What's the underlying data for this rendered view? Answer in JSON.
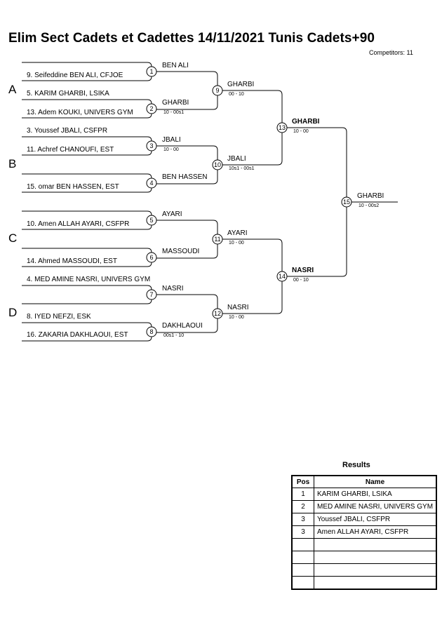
{
  "title": "Elim Sect Cadets et Cadettes  14/11/2021  Tunis   Cadets+90",
  "competitors": "Competitors: 11",
  "pools": [
    "A",
    "B",
    "C",
    "D"
  ],
  "entries": [
    "9. Seifeddine BEN ALI, CFJOE",
    "5. KARIM GHARBI, LSIKA",
    "13. Adem KOUKI, UNIVERS GYM",
    "3. Youssef JBALI, CSFPR",
    "11. Achref CHANOUFI, EST",
    "15. omar BEN HASSEN, EST",
    "10. Amen ALLAH AYARI, CSFPR",
    "14. Ahmed MASSOUDI, EST",
    "4. MED AMINE NASRI, UNIVERS GYM",
    "8. IYED NEFZI, ESK",
    "16. ZAKARIA DAKHLAOUI, EST"
  ],
  "matches": [
    {
      "num": "1",
      "winner": "BEN ALI",
      "score": ""
    },
    {
      "num": "2",
      "winner": "GHARBI",
      "score": "10 - 00s1"
    },
    {
      "num": "3",
      "winner": "JBALI",
      "score": "10 - 00"
    },
    {
      "num": "4",
      "winner": "BEN HASSEN",
      "score": ""
    },
    {
      "num": "5",
      "winner": "AYARI",
      "score": ""
    },
    {
      "num": "6",
      "winner": "MASSOUDI",
      "score": ""
    },
    {
      "num": "7",
      "winner": "NASRI",
      "score": ""
    },
    {
      "num": "8",
      "winner": "DAKHLAOUI",
      "score": "00s1 - 10"
    },
    {
      "num": "9",
      "winner": "GHARBI",
      "score": "00 - 10"
    },
    {
      "num": "10",
      "winner": "JBALI",
      "score": "10s1 - 00s1"
    },
    {
      "num": "11",
      "winner": "AYARI",
      "score": "10 - 00"
    },
    {
      "num": "12",
      "winner": "NASRI",
      "score": "10 - 00"
    },
    {
      "num": "13",
      "winner": "GHARBI",
      "score": "10 - 00"
    },
    {
      "num": "14",
      "winner": "NASRI",
      "score": "00 - 10"
    },
    {
      "num": "15",
      "winner": "GHARBI",
      "score": "10 - 00s2"
    }
  ],
  "results": {
    "heading": "Results",
    "col_pos": "Pos",
    "col_name": "Name",
    "rows": [
      {
        "pos": "1",
        "name": "KARIM GHARBI, LSIKA"
      },
      {
        "pos": "2",
        "name": "MED AMINE NASRI, UNIVERS GYM"
      },
      {
        "pos": "3",
        "name": "Youssef JBALI, CSFPR"
      },
      {
        "pos": "3",
        "name": "Amen ALLAH AYARI, CSFPR"
      },
      {
        "pos": "",
        "name": ""
      },
      {
        "pos": "",
        "name": ""
      },
      {
        "pos": "",
        "name": ""
      },
      {
        "pos": "",
        "name": ""
      }
    ]
  }
}
